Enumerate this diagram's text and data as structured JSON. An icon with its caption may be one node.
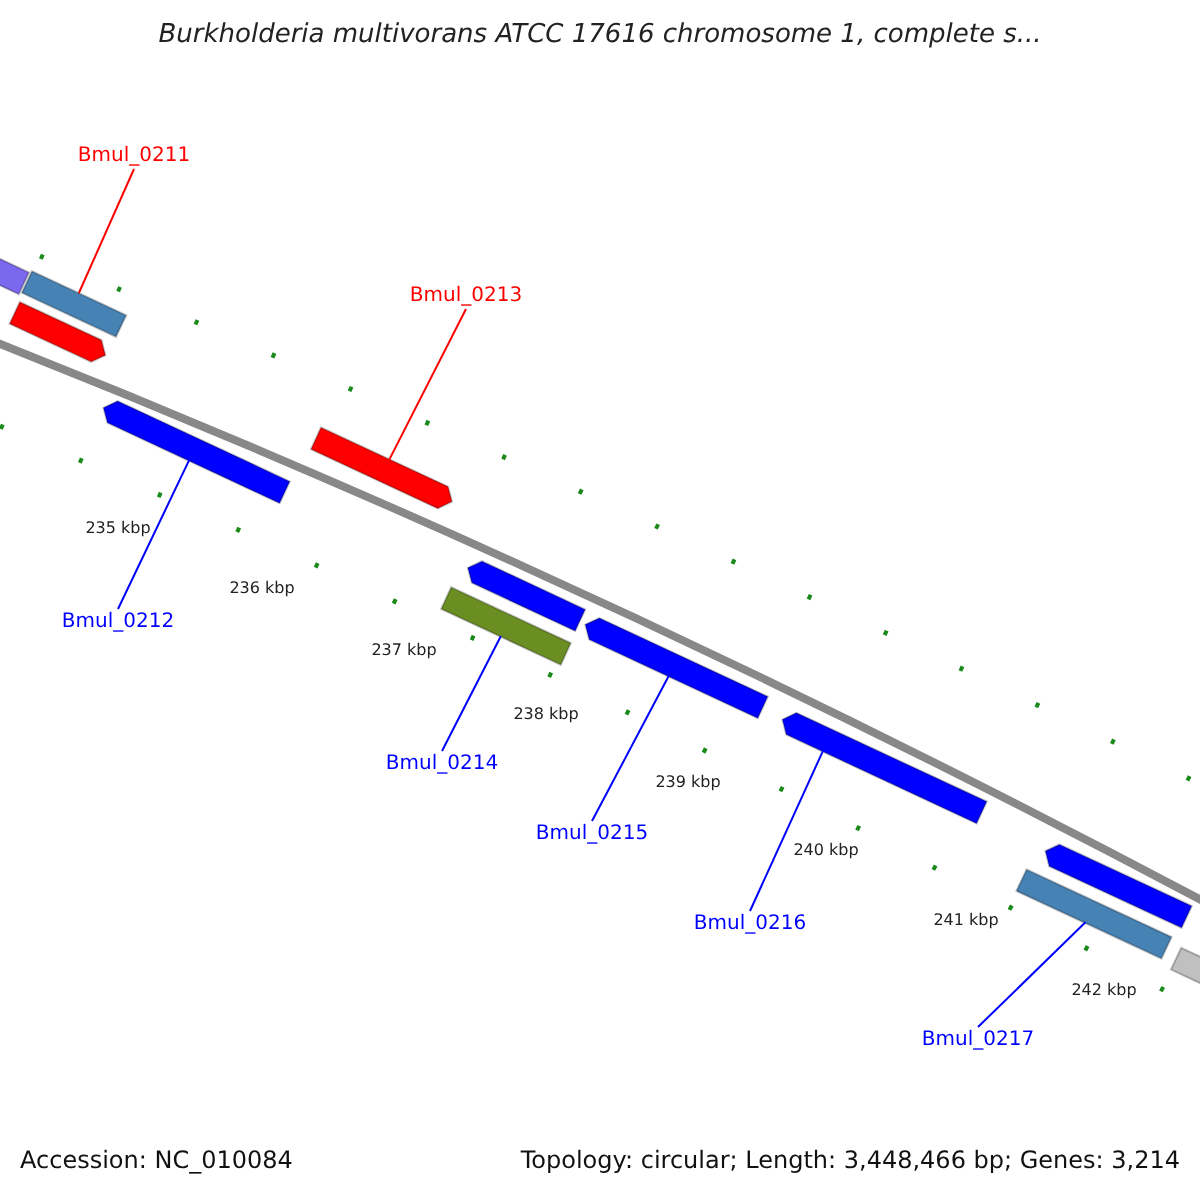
{
  "diagram": {
    "title": "Burkholderia multivorans ATCC 17616 chromosome 1, complete s...",
    "nodes": [
      {
        "text": [
          "Bmul_0211"
        ]
      },
      {
        "text": [],
        "shape": "bar"
      },
      {
        "text": [],
        "shape": "bar"
      },
      {
        "text": [],
        "shape": "bar"
      },
      {
        "text": [
          "Bmul_0213"
        ]
      },
      {
        "text": [],
        "shape": "bar"
      },
      {
        "text": [],
        "shape": "bar"
      },
      {
        "text": [
          "Bmul_0212"
        ]
      },
      {
        "text": [],
        "shape": "bar"
      },
      {
        "text": [],
        "shape": "bar"
      },
      {
        "text": [],
        "shape": "bar"
      },
      {
        "text": [
          "Bmul_0214"
        ]
      },
      {
        "text": [],
        "shape": "bar"
      },
      {
        "text": [
          "Bmul_0215"
        ]
      },
      {
        "text": [],
        "shape": "bar"
      },
      {
        "text": [],
        "shape": "bar"
      },
      {
        "text": [
          "Bmul_0216"
        ]
      },
      {
        "text": [],
        "shape": "bar"
      },
      {
        "text": [
          "Bmul_0217"
        ]
      }
    ],
    "edges": [
      {
        "from": 0,
        "to": 2,
        "arrow": "none",
        "color": "#ff0000"
      },
      {
        "from": 4,
        "to": 5,
        "arrow": "none",
        "color": "#ff0000"
      },
      {
        "from": 7,
        "to": 6,
        "arrow": "none"
      },
      {
        "from": 11,
        "to": 9,
        "arrow": "none"
      },
      {
        "from": 13,
        "to": 10,
        "arrow": "none"
      },
      {
        "from": 16,
        "to": 12,
        "arrow": "none"
      },
      {
        "from": 18,
        "to": 15,
        "arrow": "none"
      }
    ],
    "labels": [
      "235 kbp",
      "236 kbp",
      "237 kbp",
      "238 kbp",
      "239 kbp",
      "240 kbp",
      "241 kbp",
      "242 kbp",
      "Accession: NC_010084",
      "Topology: circular; Length: 3,448,466 bp; Genes: 3,214"
    ]
  }
}
